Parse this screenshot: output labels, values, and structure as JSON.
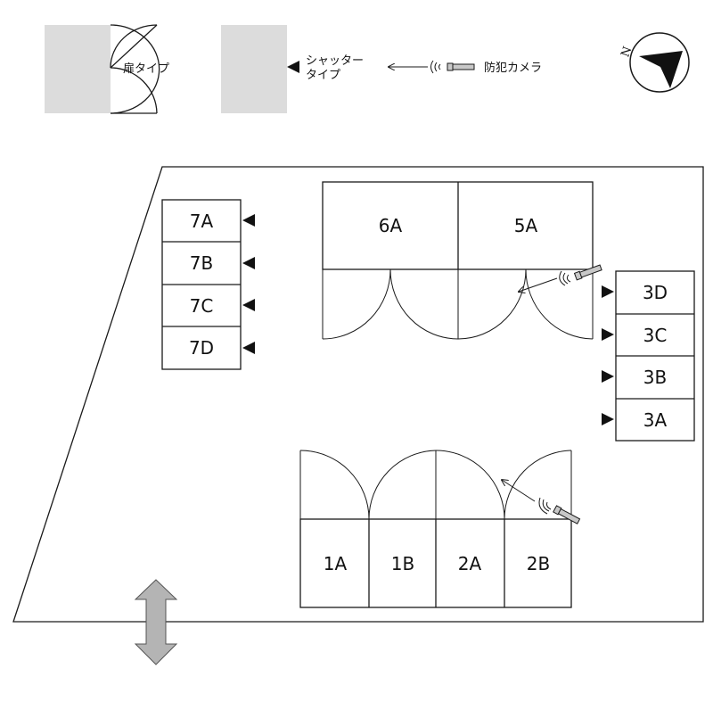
{
  "legend": {
    "door_type": "扉タイプ",
    "shutter_type_line1": "シャッター",
    "shutter_type_line2": "タイプ",
    "camera": "防犯カメラ"
  },
  "compass": {
    "north": "N"
  },
  "units": {
    "u7A": "7A",
    "u7B": "7B",
    "u7C": "7C",
    "u7D": "7D",
    "u6A": "6A",
    "u5A": "5A",
    "u3D": "3D",
    "u3C": "3C",
    "u3B": "3B",
    "u3A": "3A",
    "u1A": "1A",
    "u1B": "1B",
    "u2A": "2A",
    "u2B": "2B"
  },
  "colors": {
    "stroke": "#1a1a1a",
    "legend_fill": "#dcdcdc",
    "arrow_fill": "#b4b4b4",
    "camera_fill": "#c8c8c8"
  },
  "icons": [
    "shutter-indicator-icon",
    "door-swing-icon",
    "security-camera-icon",
    "compass-icon",
    "entrance-arrow-icon"
  ]
}
